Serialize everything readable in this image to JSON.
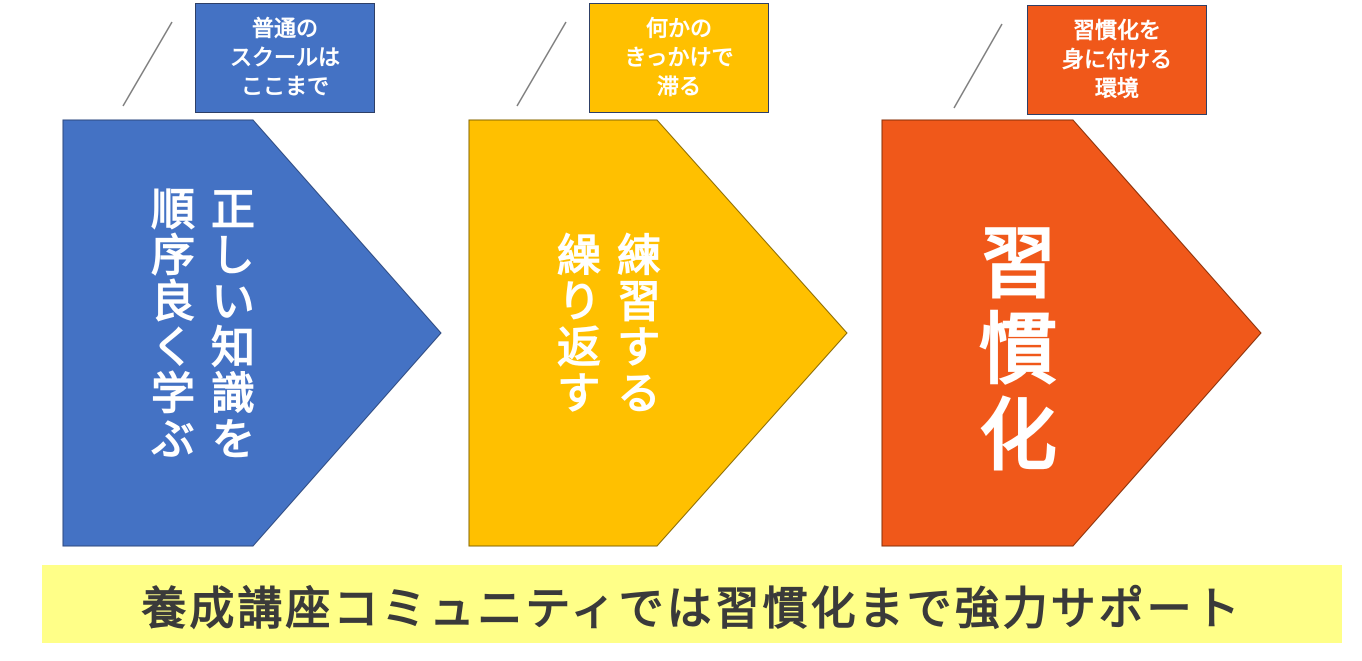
{
  "steps": [
    {
      "callout": "普通の\nスクールは\nここまで",
      "label": "正しい知識を\n順序良く学ぶ",
      "color": "#4472c4"
    },
    {
      "callout": "何かの\nきっかけで\n滞る",
      "label": "練習する\n繰り返す",
      "color": "#ffc000"
    },
    {
      "callout": "習慣化を\n身に付ける\n環境",
      "label": "習慣化",
      "color": "#f0581a"
    }
  ],
  "banner": {
    "text": "養成講座コミュニティでは習慣化まで強力サポート",
    "color": "#ffff88"
  }
}
